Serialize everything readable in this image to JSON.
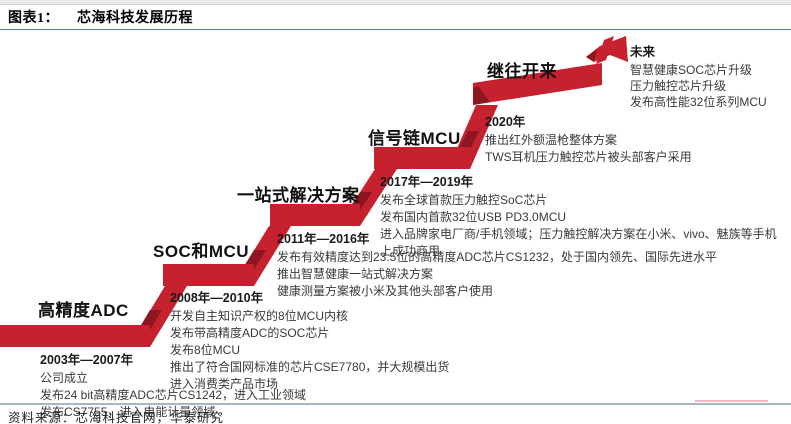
{
  "page": {
    "title_label": "图表1：",
    "title": "芯海科技发展历程",
    "source": "资料来源：芯海科技官网，华泰研究"
  },
  "colors": {
    "primary_red": "#C6212F",
    "dark_red": "#8E1621",
    "rule_blue": "#4A7BA6",
    "rule_gray": "#A9B7C4",
    "pink_line": "#F2B8C0"
  },
  "steps": [
    {
      "label": "高精度ADC",
      "period": "2003年—2007年",
      "items": [
        "公司成立",
        "发布24 bit高精度ADC芯片CS1242，进入工业领域",
        "发布CS7755，进入电能计量领域"
      ]
    },
    {
      "label": "SOC和MCU",
      "period": "2008年—2010年",
      "items": [
        "开发自主知识产权的8位MCU内核",
        "发布带高精度ADC的SOC芯片",
        "发布8位MCU",
        "推出了符合国网标准的芯片CSE7780，并大规模出货",
        "进入消费类产品市场"
      ]
    },
    {
      "label": "一站式解决方案",
      "period": "2011年—2016年",
      "items": [
        "发布有效精度达到23.5位的高精度ADC芯片CS1232，处于国内领先、国际先进水平",
        "推出智慧健康一站式解决方案",
        "健康测量方案被小米及其他头部客户使用"
      ]
    },
    {
      "label": "信号链MCU",
      "period": "2017年—2019年",
      "items": [
        "发布全球首款压力触控SoC芯片",
        "发布国内首款32位USB PD3.0MCU",
        "进入品牌家电厂商/手机领域；压力触控解决方案在小米、vivo、魅族等手机上成功商用"
      ]
    },
    {
      "label": "继往开来",
      "period": "2020年",
      "items": [
        "推出红外额温枪整体方案",
        "TWS耳机压力触控芯片被头部客户采用"
      ]
    }
  ],
  "future": {
    "label": "未来",
    "items": [
      "智慧健康SOC芯片升级",
      "压力触控芯片升级",
      "发布高性能32位系列MCU"
    ]
  }
}
